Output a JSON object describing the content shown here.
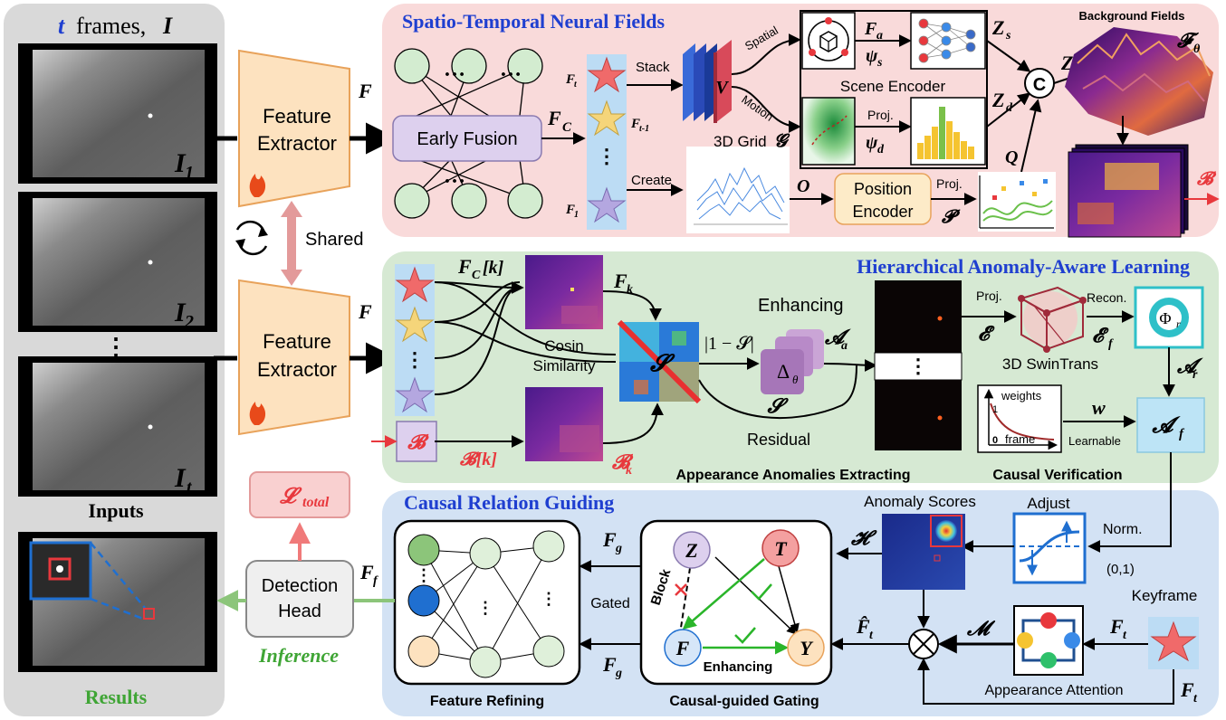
{
  "inputs": {
    "header_t": "t",
    "header_frames": "frames,",
    "header_I": "I",
    "frame_labels": [
      "I",
      "I",
      "I"
    ],
    "frame_subs": [
      "1",
      "2",
      "t"
    ],
    "dots": "⋮",
    "inputs_label": "Inputs",
    "results_label": "Results"
  },
  "extractor": {
    "label1": "Feature",
    "label2": "Extractor",
    "out_F": "F",
    "shared": "Shared"
  },
  "top": {
    "title": "Spatio-Temporal Neural Fields",
    "early_fusion": "Early Fusion",
    "fc": "F",
    "fc_sub": "C",
    "ft": "F",
    "ft_sub": "t",
    "ft1": "F",
    "ft1_sub": "t-1",
    "f1": "F",
    "f1_sub": "1",
    "stack": "Stack",
    "create": "Create",
    "v": "V",
    "spatial": "Spatial",
    "motion": "Motion",
    "grid_label": "3D Grid",
    "grid_sym": "𝓖",
    "fa": "F",
    "fa_sub": "a",
    "psi_s": "ψ",
    "psi_s_sub": "s",
    "scene_encoder": "Scene Encoder",
    "proj": "Proj.",
    "psi_d": "ψ",
    "psi_d_sub": "d",
    "zs": "Z",
    "zs_sub": "s",
    "zd": "Z",
    "zd_sub": "d",
    "concat": "C",
    "z": "Z",
    "q": "Q",
    "o": "O",
    "position_encoder_1": "Position",
    "position_encoder_2": "Encoder",
    "proj2": "Proj.",
    "p": "𝓟",
    "bg_title": "Background Fields",
    "ftheta": "𝓕",
    "ftheta_sub": "θ",
    "b": "𝓑"
  },
  "mid": {
    "title": "Hierarchical Anomaly-Aware Learning",
    "fck": "F",
    "fck_sub": "C",
    "fck_k": "[k]",
    "fk": "F",
    "fk_sub": "k",
    "cos1": "Cosin",
    "cos2": "Similarity",
    "s": "𝓢",
    "one_minus_s": "|1 − 𝓢|",
    "enhancing": "Enhancing",
    "delta": "Δ",
    "delta_sub": "θ",
    "aa": "𝓐",
    "aa_sub": "a",
    "s2": "𝓢",
    "residual": "Residual",
    "b": "𝓑",
    "bk": "𝓑[k]",
    "bk2": "𝓑",
    "bk2_sub": "k",
    "proj": "Proj.",
    "e": "𝓔",
    "swin": "3D SwinTrans",
    "recon": "Recon.",
    "ef": "𝓔",
    "ef_sub": "f",
    "phi": "Φ",
    "phi_sub": "r",
    "ar": "𝓐",
    "ar_sub": "r",
    "weights": "weights",
    "one": "1",
    "zero": "0",
    "frame": "frame",
    "w": "w",
    "learnable": "Learnable",
    "af": "𝓐",
    "af_sub": "f",
    "appearance": "Appearance Anomalies Extracting",
    "causal": "Causal Verification"
  },
  "bottom": {
    "title": "Causal Relation Guiding",
    "ltotal": "𝓛",
    "ltotal_sub": "total",
    "anomaly_scores": "Anomaly Scores",
    "adjust": "Adjust",
    "norm": "Norm.",
    "range": "(0,1)",
    "h": "𝓗",
    "keyframe": "Keyframe",
    "fg1": "F",
    "fg1_sub": "g",
    "fg2": "F",
    "fg2_sub": "g",
    "gated": "Gated",
    "ff": "F",
    "ff_sub": "f",
    "detection1": "Detection",
    "detection2": "Head",
    "inference": "Inference",
    "z": "Z",
    "tnode": "T",
    "f": "F",
    "y": "Y",
    "block": "Block",
    "enhancing": "Enhancing",
    "fhat": "F̂",
    "fhat_sub": "t",
    "m": "𝓜",
    "ft1": "F",
    "ft1_sub": "t",
    "ft2": "F",
    "ft2_sub": "t",
    "app_attention": "Appearance Attention",
    "feature_refining": "Feature Refining",
    "causal_gating": "Causal-guided Gating"
  },
  "colors": {
    "top_bg": "#f9dada",
    "mid_bg": "#d6e9d3",
    "bot_bg": "#d3e2f4",
    "left_bg": "#d9d9d9",
    "title_blue": "#1f3fd0",
    "red": "#e8383d",
    "green": "#6ab04c",
    "star_red": "#f06a6a",
    "star_gold": "#f5d57a",
    "star_purple": "#b4a7e0"
  }
}
